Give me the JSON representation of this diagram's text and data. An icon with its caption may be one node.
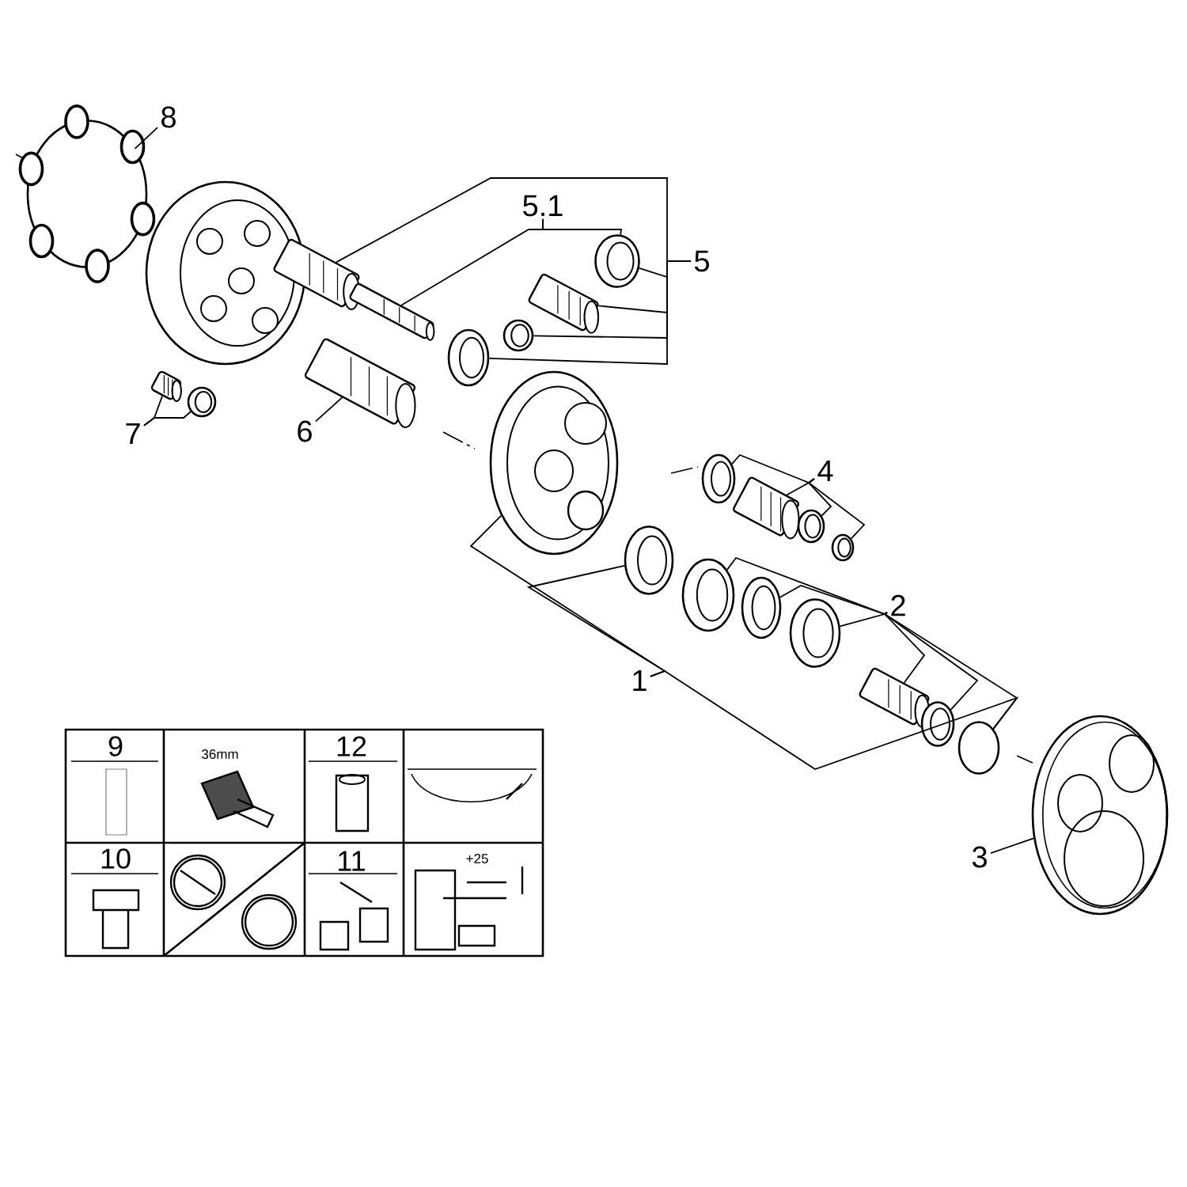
{
  "diagram": {
    "nodes": [
      {
        "text": [
          "8"
        ]
      },
      {
        "text": [],
        "shape": "picture"
      },
      {
        "text": [],
        "shape": "picture"
      },
      {
        "text": [
          "5.1"
        ]
      },
      {
        "text": [
          "5"
        ]
      },
      {
        "text": [],
        "shape": "picture"
      },
      {
        "text": [],
        "shape": "picture"
      },
      {
        "text": [],
        "shape": "picture"
      },
      {
        "text": [],
        "shape": "picture"
      },
      {
        "text": [],
        "shape": "picture"
      },
      {
        "text": [],
        "shape": "picture"
      },
      {
        "text": [
          "7"
        ]
      },
      {
        "text": [],
        "shape": "picture"
      },
      {
        "text": [],
        "shape": "picture"
      },
      {
        "text": [
          "6"
        ]
      },
      {
        "text": [],
        "shape": "picture"
      },
      {
        "text": [],
        "shape": "picture"
      },
      {
        "text": [
          "4"
        ]
      },
      {
        "text": [],
        "shape": "picture"
      },
      {
        "text": [],
        "shape": "picture"
      },
      {
        "text": [],
        "shape": "picture"
      },
      {
        "text": [],
        "shape": "picture"
      },
      {
        "text": [
          "2"
        ]
      },
      {
        "text": [],
        "shape": "picture"
      },
      {
        "text": [],
        "shape": "picture"
      },
      {
        "text": [],
        "shape": "picture"
      },
      {
        "text": [],
        "shape": "picture"
      },
      {
        "text": [],
        "shape": "picture"
      },
      {
        "text": [],
        "shape": "picture"
      },
      {
        "text": [],
        "shape": "circle"
      },
      {
        "text": [
          "1"
        ]
      },
      {
        "text": [
          "3"
        ]
      },
      {
        "text": [],
        "shape": "picture"
      }
    ],
    "edges": [
      {
        "from": 0,
        "to": 1,
        "arrow": "none"
      },
      {
        "from": 4,
        "to": 5,
        "arrow": "none"
      },
      {
        "from": 4,
        "to": 7,
        "arrow": "none"
      },
      {
        "from": 4,
        "to": 8,
        "arrow": "none"
      },
      {
        "from": 4,
        "to": 9,
        "arrow": "none"
      },
      {
        "from": 4,
        "to": 10,
        "arrow": "none"
      },
      {
        "from": 3,
        "to": 6,
        "arrow": "none"
      },
      {
        "from": 3,
        "to": 7,
        "arrow": "none"
      },
      {
        "from": 11,
        "to": 12,
        "arrow": "none"
      },
      {
        "from": 11,
        "to": 13,
        "arrow": "none"
      },
      {
        "from": 14,
        "to": 15,
        "arrow": "none"
      },
      {
        "from": 17,
        "to": 18,
        "arrow": "none"
      },
      {
        "from": 17,
        "to": 19,
        "arrow": "none"
      },
      {
        "from": 17,
        "to": 20,
        "arrow": "none"
      },
      {
        "from": 17,
        "to": 21,
        "arrow": "none"
      },
      {
        "from": 22,
        "to": 24,
        "arrow": "none"
      },
      {
        "from": 22,
        "to": 25,
        "arrow": "none"
      },
      {
        "from": 22,
        "to": 26,
        "arrow": "none"
      },
      {
        "from": 22,
        "to": 27,
        "arrow": "none"
      },
      {
        "from": 22,
        "to": 28,
        "arrow": "none"
      },
      {
        "from": 22,
        "to": 29,
        "arrow": "none"
      },
      {
        "from": 30,
        "to": 16,
        "arrow": "none"
      },
      {
        "from": 30,
        "to": 23,
        "arrow": "none"
      },
      {
        "from": 30,
        "to": 29,
        "arrow": "none"
      },
      {
        "from": 31,
        "to": 32,
        "arrow": "none"
      }
    ],
    "labels": [
      "9",
      "36mm",
      "12",
      "10",
      "11",
      "+25"
    ]
  }
}
